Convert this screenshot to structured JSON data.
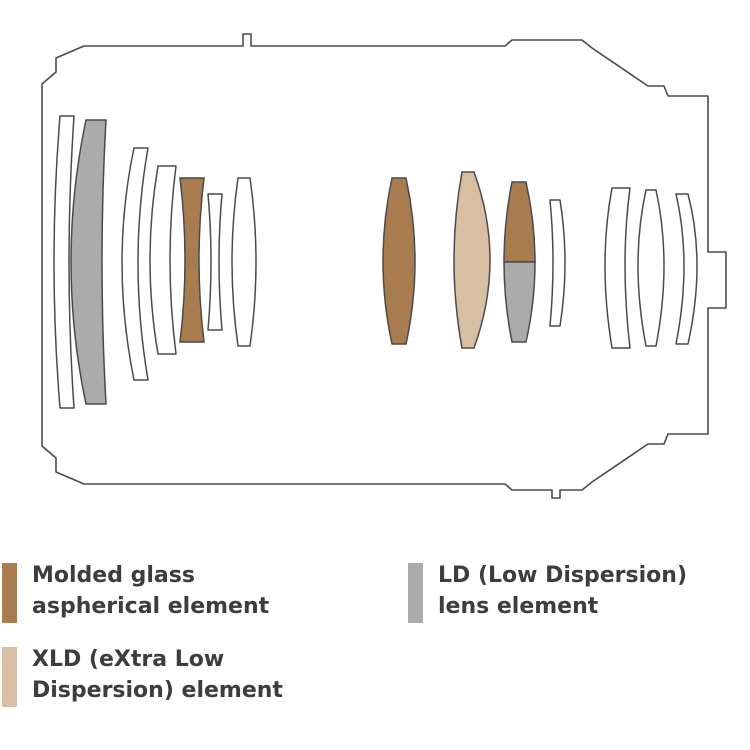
{
  "diagram": {
    "kind": "lens-construction-cross-section",
    "elements": [
      {
        "index": 1,
        "material": "standard"
      },
      {
        "index": 2,
        "material": "ld"
      },
      {
        "index": 3,
        "material": "standard"
      },
      {
        "index": 4,
        "material": "standard"
      },
      {
        "index": 5,
        "material": "aspherical"
      },
      {
        "index": 6,
        "material": "standard"
      },
      {
        "index": 7,
        "material": "standard"
      },
      {
        "index": 8,
        "material": "aspherical"
      },
      {
        "index": 9,
        "material": "xld"
      },
      {
        "index": 10,
        "material": "aspherical+ld"
      },
      {
        "index": 11,
        "material": "standard"
      },
      {
        "index": 12,
        "material": "standard"
      },
      {
        "index": 13,
        "material": "standard"
      },
      {
        "index": 14,
        "material": "standard"
      }
    ]
  },
  "legend": {
    "items": [
      {
        "id": "aspherical",
        "color": "#a97c50",
        "line1": "Molded glass",
        "line2": "aspherical element"
      },
      {
        "id": "xld",
        "color": "#d8bfa4",
        "line1": "XLD (eXtra Low",
        "line2": "Dispersion) element"
      },
      {
        "id": "ld",
        "color": "#ababab",
        "line1": "LD (Low Dispersion)",
        "line2": "lens element"
      }
    ]
  },
  "colors": {
    "aspherical": "#a97c50",
    "xld": "#d8bfa4",
    "ld": "#ababab",
    "outline": "#4a4a4a",
    "text": "#3d3d3d",
    "background": "#ffffff"
  }
}
